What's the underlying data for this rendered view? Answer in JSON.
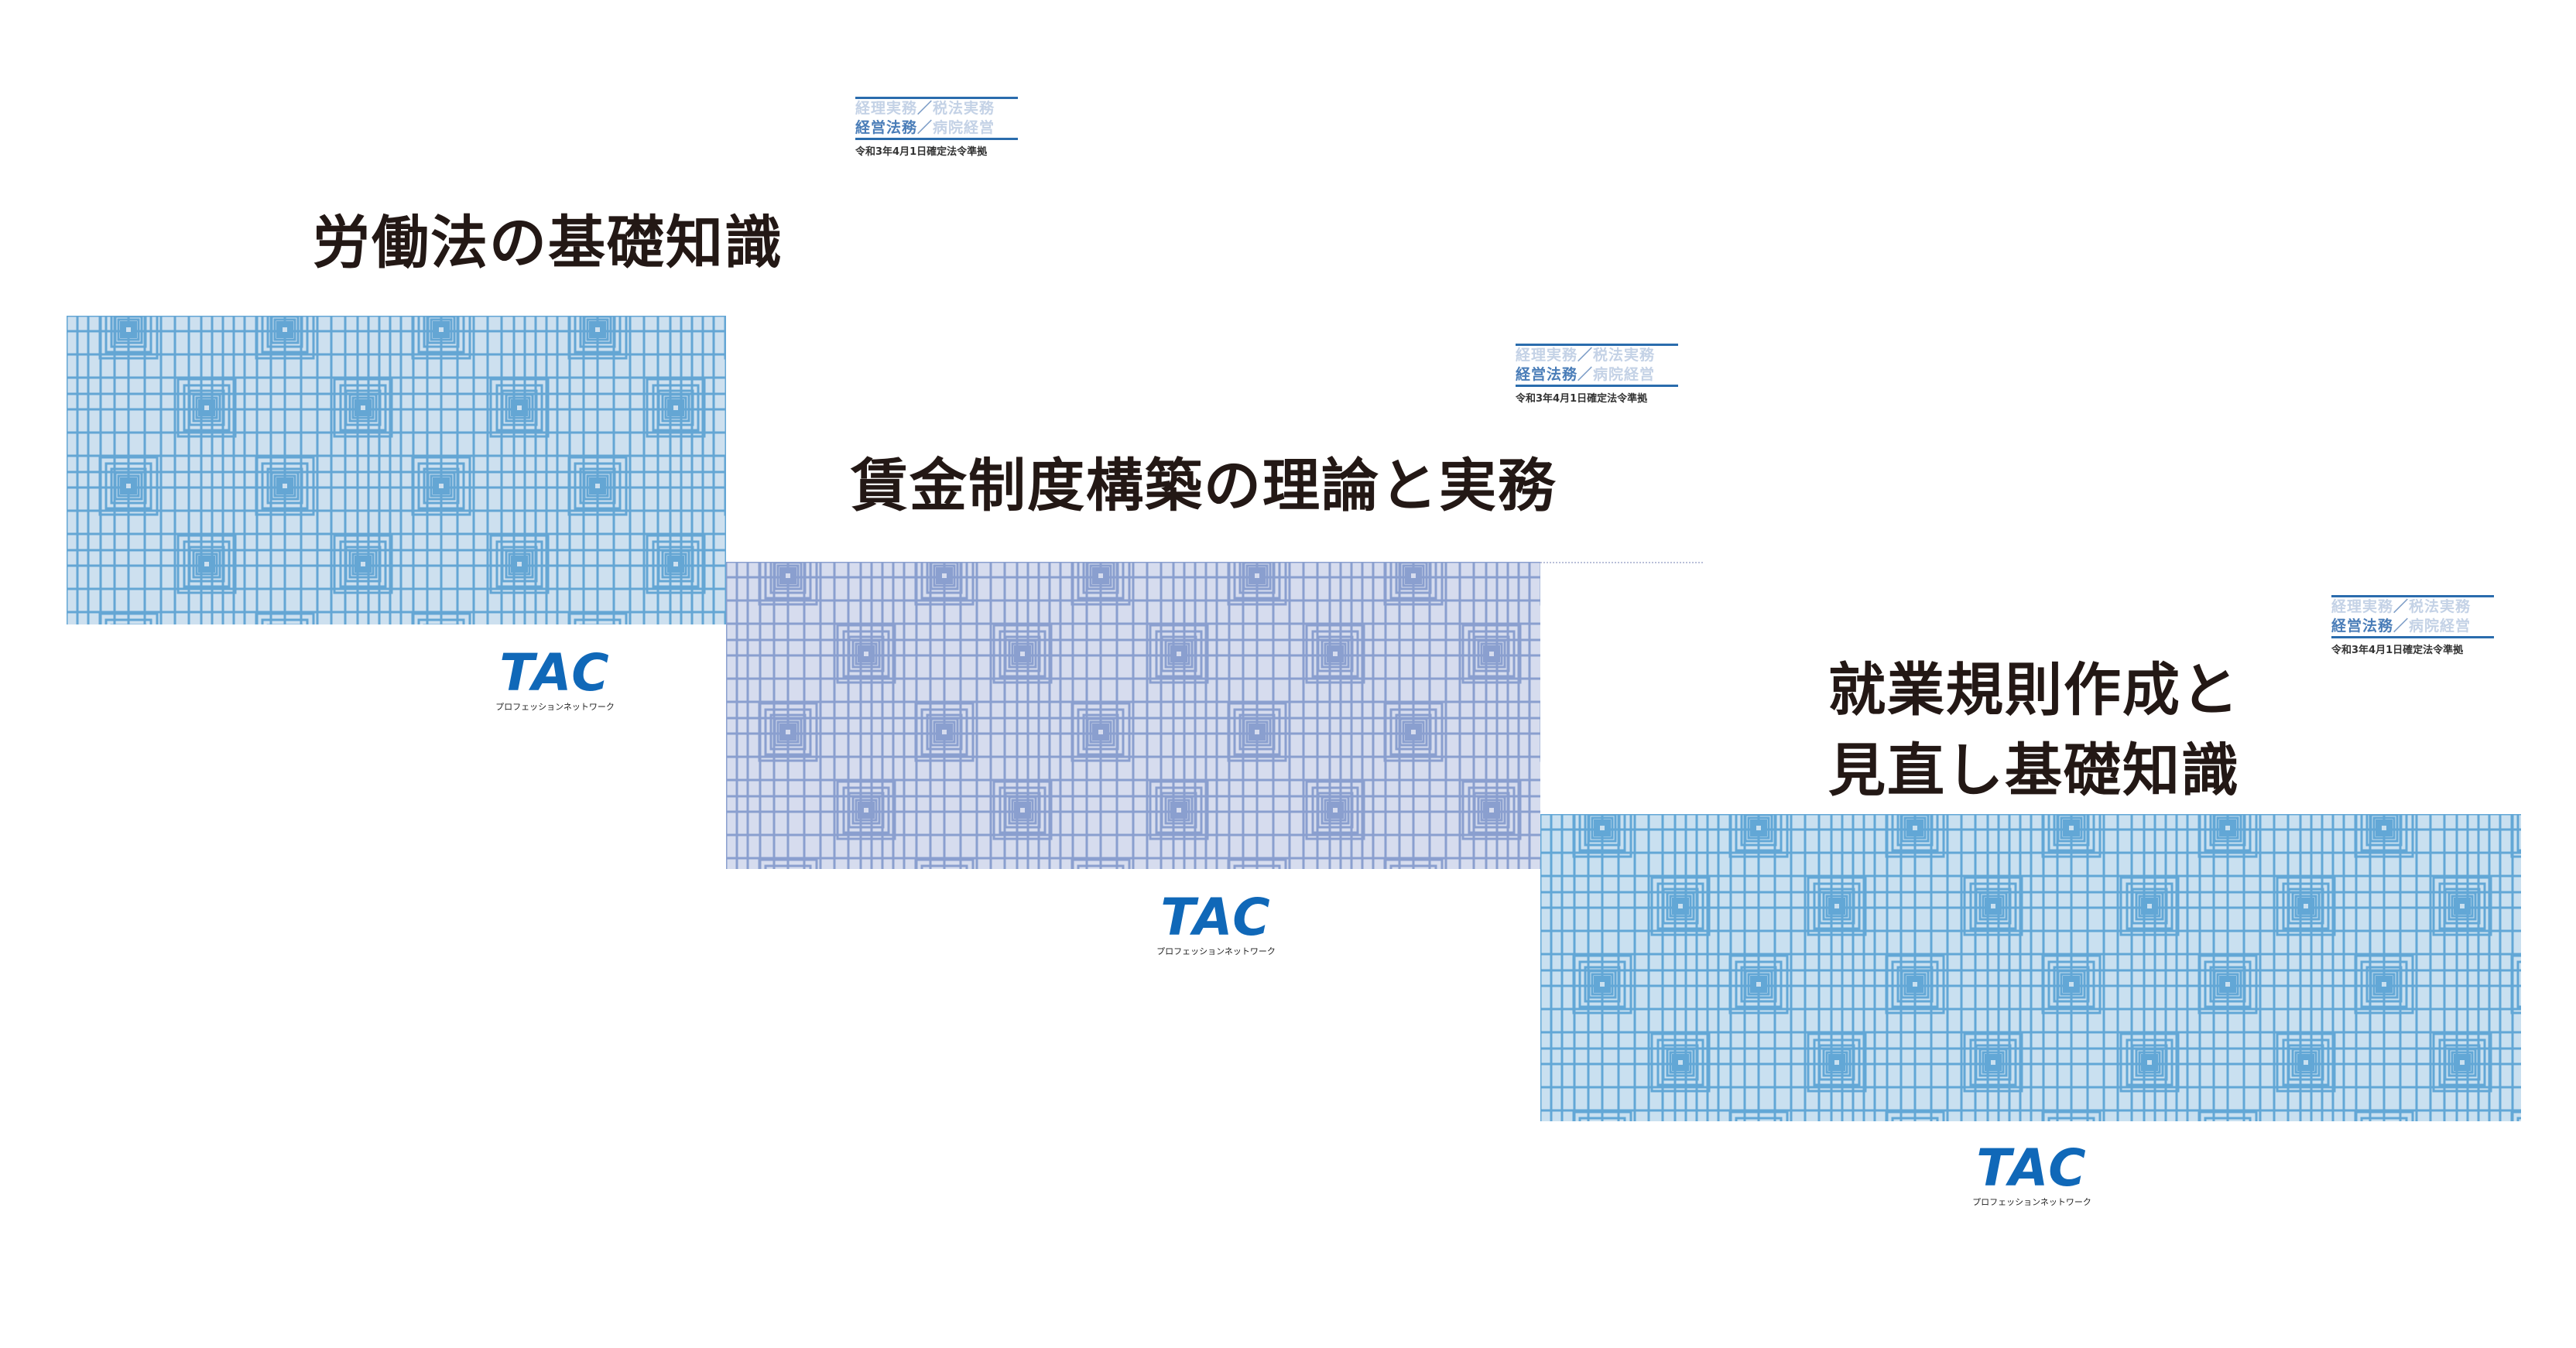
{
  "books": [
    {
      "title_lines": [
        "労働法の基礎知識"
      ],
      "series": {
        "row1_a": "経理実務",
        "row1_b": "税法実務",
        "row2_a": "経営法務",
        "row2_b": "病院経営",
        "separator": "／",
        "date": "令和3年4月1日確定法令準拠"
      },
      "publisher": {
        "logo": "TAC",
        "tagline": "プロフェッションネットワーク"
      },
      "colors": {
        "bg": "#cde0ef",
        "line": "#64a6d4"
      }
    },
    {
      "title_lines": [
        "賃金制度構築の理論と実務"
      ],
      "series": {
        "row1_a": "経理実務",
        "row1_b": "税法実務",
        "row2_a": "経営法務",
        "row2_b": "病院経営",
        "separator": "／",
        "date": "令和3年4月1日確定法令準拠"
      },
      "publisher": {
        "logo": "TAC",
        "tagline": "プロフェッションネットワーク"
      },
      "colors": {
        "bg": "#d6dcee",
        "line": "#8a9fcf"
      }
    },
    {
      "title_lines": [
        "就業規則作成と",
        "見直し基礎知識"
      ],
      "series": {
        "row1_a": "経理実務",
        "row1_b": "税法実務",
        "row2_a": "経営法務",
        "row2_b": "病院経営",
        "separator": "／",
        "date": "令和3年4月1日確定法令準拠"
      },
      "publisher": {
        "logo": "TAC",
        "tagline": "プロフェッションネットワーク"
      },
      "colors": {
        "bg": "#c9e0f0",
        "line": "#62a7d6"
      }
    }
  ]
}
